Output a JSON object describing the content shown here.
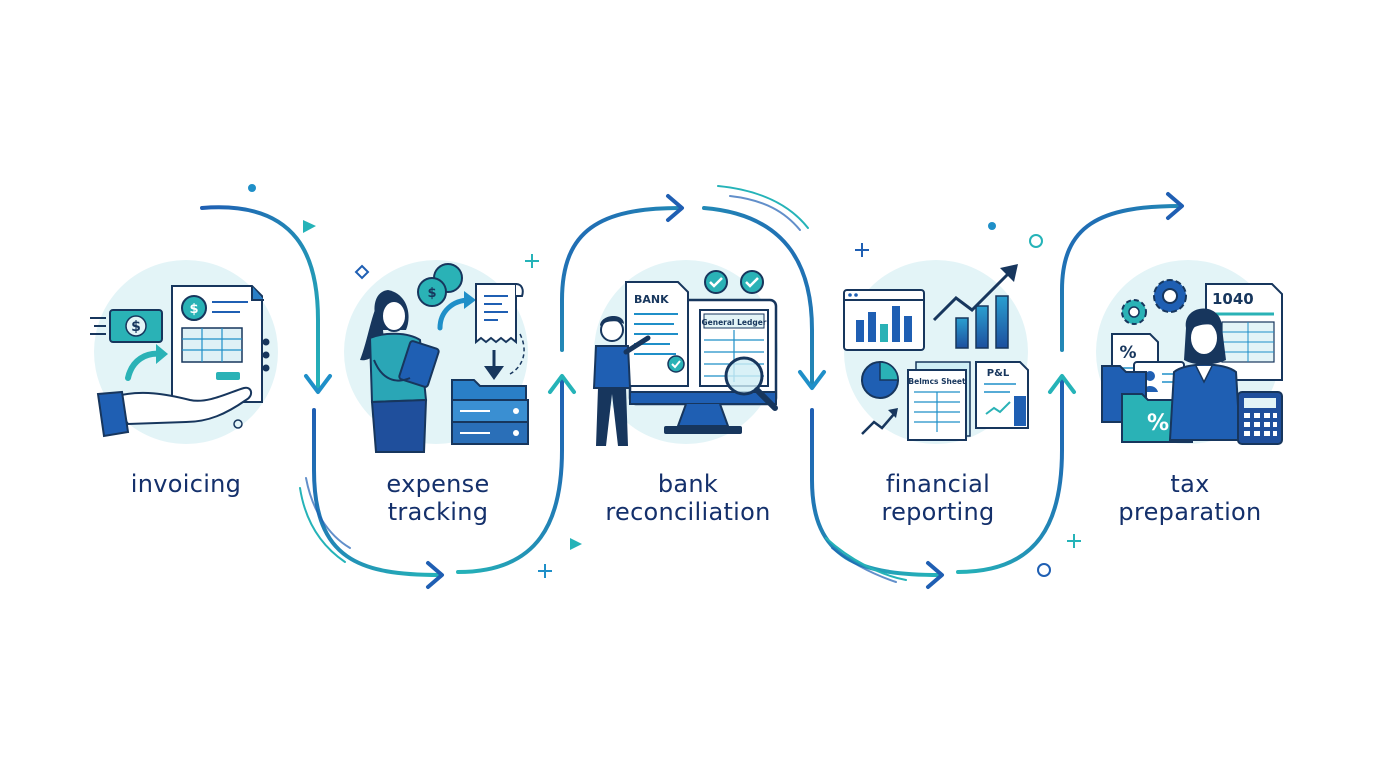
{
  "steps": [
    {
      "id": "invoicing",
      "lines": [
        "invoicing",
        ""
      ]
    },
    {
      "id": "expense-tracking",
      "lines": [
        "expense",
        "tracking"
      ]
    },
    {
      "id": "bank-reconciliation",
      "lines": [
        "bank",
        "reconciliation"
      ]
    },
    {
      "id": "financial-reporting",
      "lines": [
        "financial",
        "reporting"
      ]
    },
    {
      "id": "tax-preparation",
      "lines": [
        "tax",
        "preparation"
      ]
    }
  ],
  "icons": {
    "invoicing": {
      "currency": "$"
    },
    "expense": {
      "coin": "$"
    },
    "bank": {
      "doc": "BANK",
      "ledger": "General Ledger"
    },
    "reporting": {
      "sheet": "Belmcs Sheet",
      "pl": "P&L"
    },
    "tax": {
      "form": "1040",
      "percent": "%"
    }
  },
  "colors": {
    "navy": "#14306b",
    "blue": "#1f5fb3",
    "teal": "#25b3b8",
    "circle": "#e3f4f7",
    "ink": "#17365d"
  }
}
